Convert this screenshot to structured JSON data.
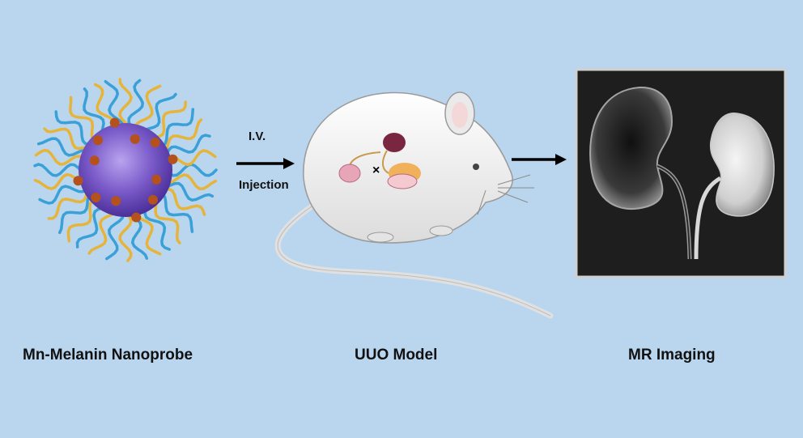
{
  "arrow1": {
    "top_label": "I.V.",
    "bottom_label": "Injection"
  },
  "captions": {
    "nanoprobe": "Mn-Melanin Nanoprobe",
    "model": "UUO Model",
    "imaging": "MR Imaging"
  },
  "colors": {
    "background": "#bad6ee",
    "core": "#7a5bc9",
    "chain_blue": "#3aa0d8",
    "chain_yellow": "#e6b43a",
    "dot": "#b4511c",
    "mouse": "#f2f2f2",
    "mr_frame": "#1e1e1e"
  },
  "icons": [
    "nanoparticle-icon",
    "mouse-icon",
    "kidney-mri-icon",
    "arrow-right-icon"
  ]
}
